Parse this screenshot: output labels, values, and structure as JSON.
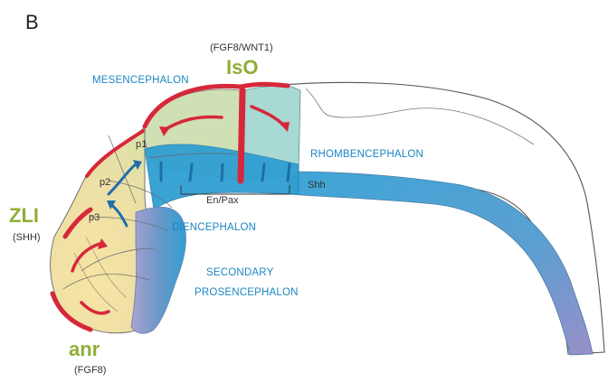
{
  "panel_letter": "B",
  "colors": {
    "organizer_green": "#8fae35",
    "region_blue": "#1b86c2",
    "signal_red": "#d6283a",
    "tube_blue": "#3a9fcf",
    "rhomb_teal": "#a9d9d3"
  },
  "organizers": {
    "iso": {
      "label": "IsO",
      "signal": "(FGF8/WNT1)"
    },
    "zli": {
      "label": "ZLI",
      "signal": "(SHH)"
    },
    "anr": {
      "label": "anr",
      "signal": "(FGF8)"
    }
  },
  "regions": {
    "mesencephalon": "MESENCEPHALON",
    "rhombencephalon": "RHOMBENCEPHALON",
    "diencephalon": "DIENCEPHALON",
    "secondary_prosencephalon_line1": "SECONDARY",
    "secondary_prosencephalon_line2": "PROSENCEPHALON"
  },
  "segments": {
    "p1": "p1",
    "p2": "p2",
    "p3": "p3"
  },
  "markers": {
    "en_pax": "En/Pax",
    "shh": "Shh"
  }
}
